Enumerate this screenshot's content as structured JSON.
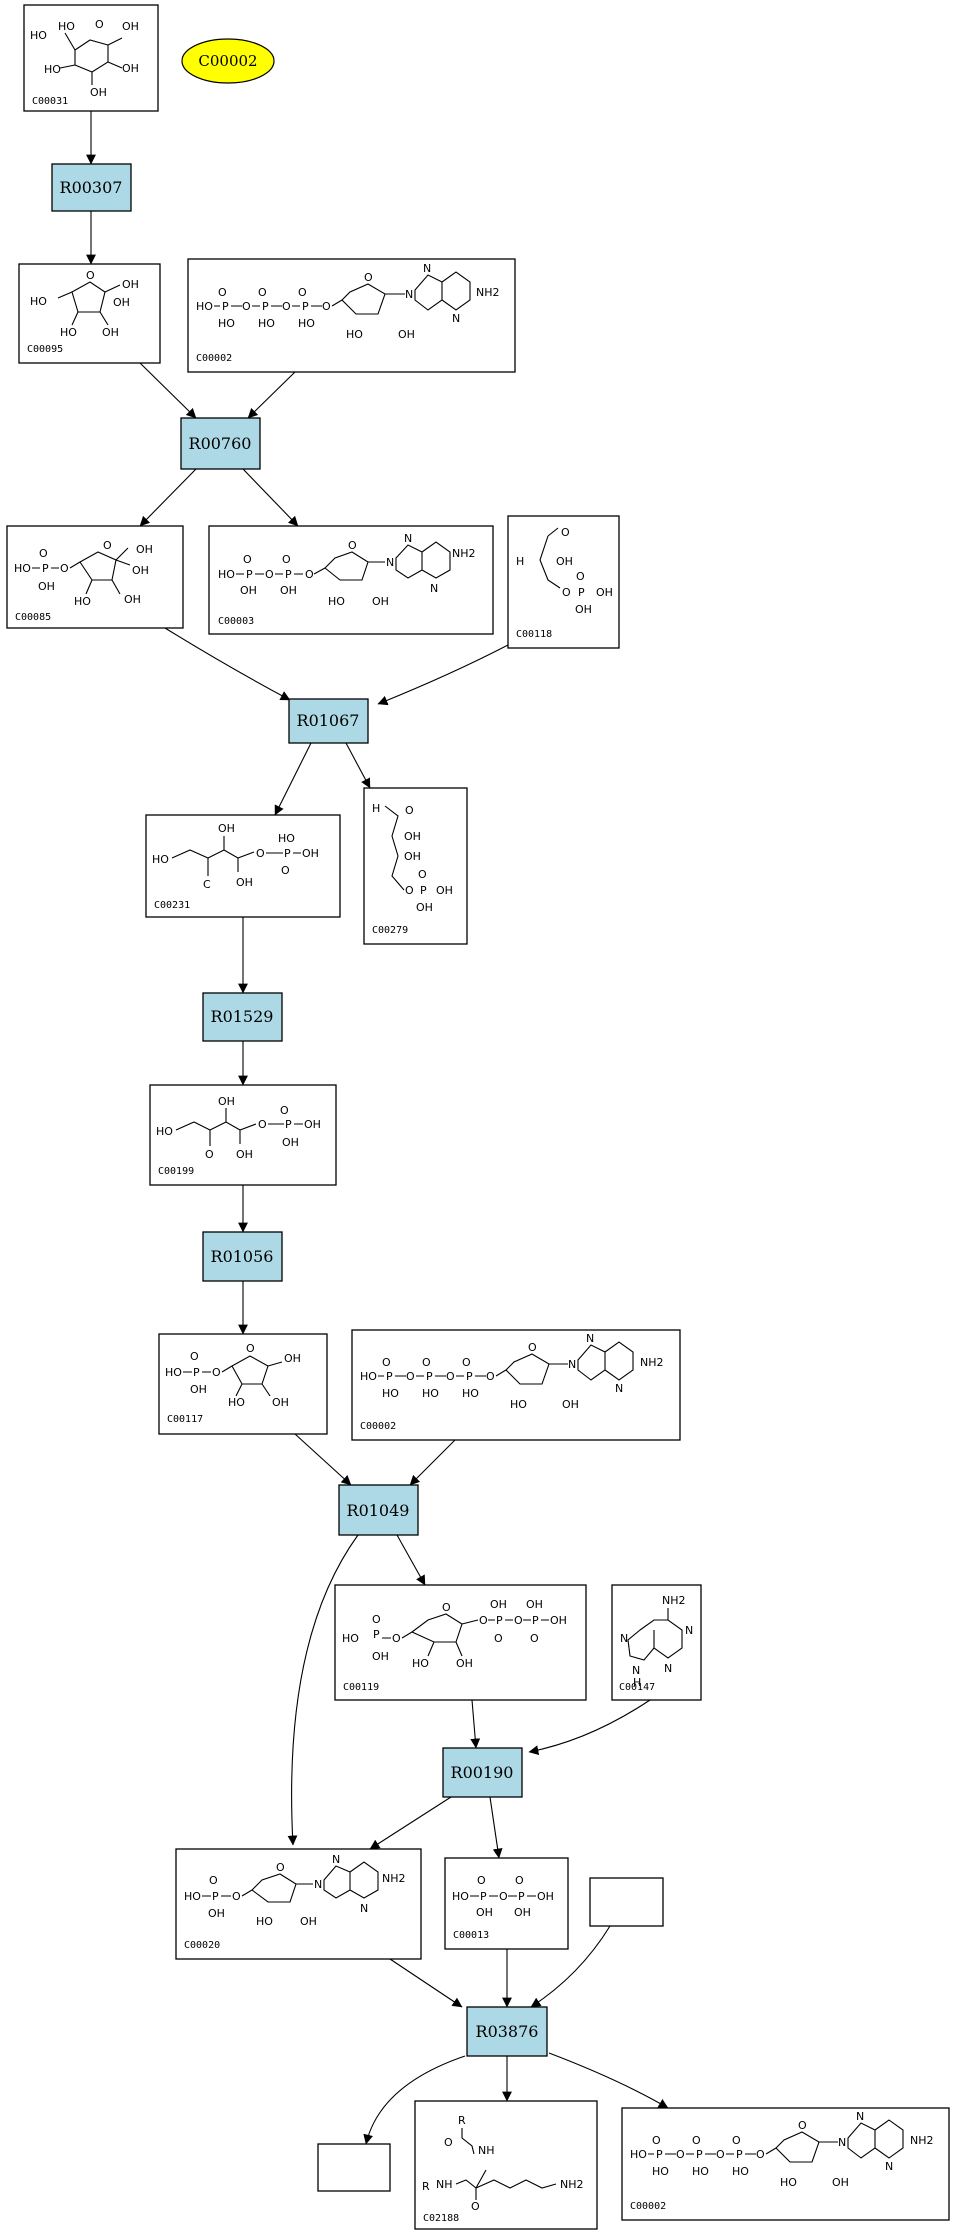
{
  "legend": {
    "label": "C00002",
    "color": "#ffff00"
  },
  "colors": {
    "reaction_fill": "#add8e6",
    "compound_fill": "#ffffff",
    "stroke": "#000000"
  },
  "reactions": [
    {
      "key": "R00307",
      "label": "R00307"
    },
    {
      "key": "R00760",
      "label": "R00760"
    },
    {
      "key": "R01067",
      "label": "R01067"
    },
    {
      "key": "R01529",
      "label": "R01529"
    },
    {
      "key": "R01056",
      "label": "R01056"
    },
    {
      "key": "R01049",
      "label": "R01049"
    },
    {
      "key": "R00190",
      "label": "R00190"
    },
    {
      "key": "R03876",
      "label": "R03876"
    }
  ],
  "compounds": [
    {
      "key": "c00031",
      "id": "C00031",
      "structure": "sugar"
    },
    {
      "key": "c00095",
      "id": "C00095",
      "structure": "sugar"
    },
    {
      "key": "c00002a",
      "id": "C00002",
      "structure": "atp"
    },
    {
      "key": "c00085",
      "id": "C00085",
      "structure": "sugarphos"
    },
    {
      "key": "c00003",
      "id": "C00003",
      "structure": "adp"
    },
    {
      "key": "c00118",
      "id": "C00118",
      "structure": "small"
    },
    {
      "key": "c00231",
      "id": "C00231",
      "structure": "chain"
    },
    {
      "key": "c00279",
      "id": "C00279",
      "structure": "small"
    },
    {
      "key": "c00199",
      "id": "C00199",
      "structure": "chain"
    },
    {
      "key": "c00117",
      "id": "C00117",
      "structure": "sugarphos"
    },
    {
      "key": "c00002b",
      "id": "C00002",
      "structure": "atp"
    },
    {
      "key": "c00119",
      "id": "C00119",
      "structure": "prpp"
    },
    {
      "key": "c00147",
      "id": "C00147",
      "structure": "adenine"
    },
    {
      "key": "c00020",
      "id": "C00020",
      "structure": "amp"
    },
    {
      "key": "c00013",
      "id": "C00013",
      "structure": "ppi"
    },
    {
      "key": "blank1",
      "id": "",
      "structure": "none"
    },
    {
      "key": "blank2",
      "id": "",
      "structure": "none"
    },
    {
      "key": "c02188",
      "id": "C02188",
      "structure": "lysine"
    },
    {
      "key": "c00002c",
      "id": "C00002",
      "structure": "atp"
    }
  ],
  "chem_text": {
    "ho": "HO",
    "oh": "OH",
    "o": "O",
    "p": "P",
    "nh2": "NH2",
    "n": "N",
    "h": "H",
    "r": "R",
    "nh": "NH",
    "c": "C"
  }
}
